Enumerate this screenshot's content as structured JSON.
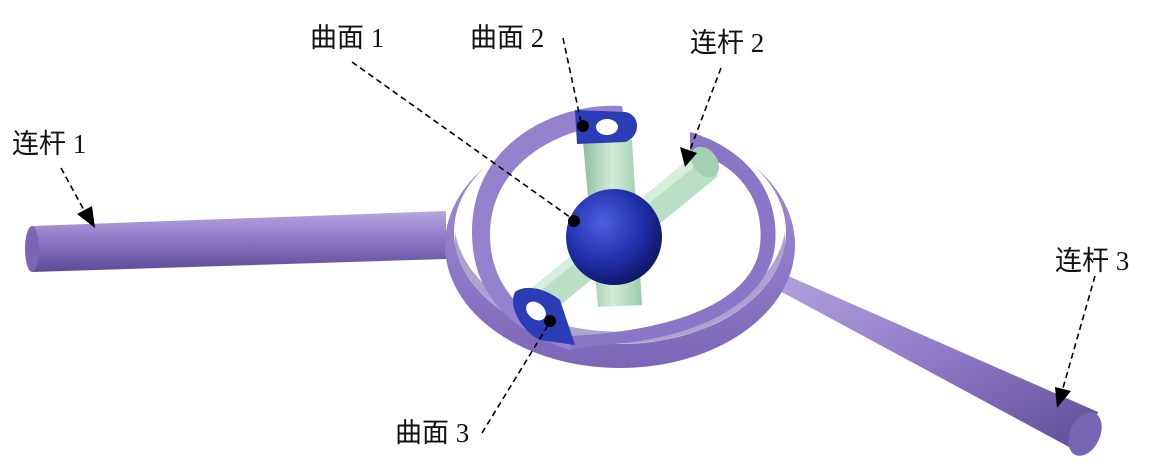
{
  "labels": {
    "curved_surface_1": "曲面 1",
    "curved_surface_2": "曲面 2",
    "curved_surface_3": "曲面 3",
    "link_1": "连杆 1",
    "link_2": "连杆 2",
    "link_3": "连杆 3"
  },
  "colors": {
    "link_purple": "#8e79c6",
    "ring_purple": "#9a86d2",
    "cross_green": "#b5dcc3",
    "ball_blue": "#1e2ea8"
  }
}
